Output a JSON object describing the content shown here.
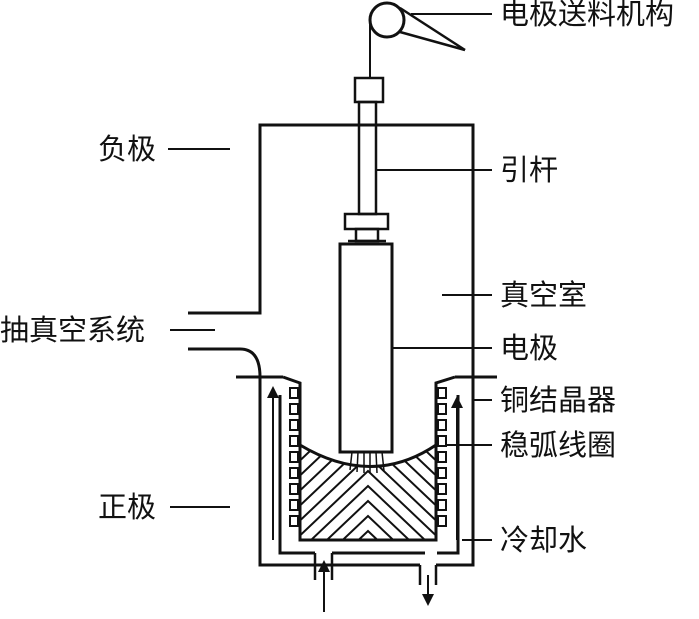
{
  "labels": {
    "feed_mechanism": "电极送料机构",
    "negative_pole": "负极",
    "rod": "引杆",
    "vacuum_chamber": "真空室",
    "vacuum_system": "抽真空系统",
    "electrode": "电极",
    "copper_crystallizer": "铜结晶器",
    "arc_coil": "稳弧线圈",
    "positive_pole": "正极",
    "cooling_water": "冷却水"
  },
  "colors": {
    "line": "#111111",
    "background": "#ffffff"
  }
}
